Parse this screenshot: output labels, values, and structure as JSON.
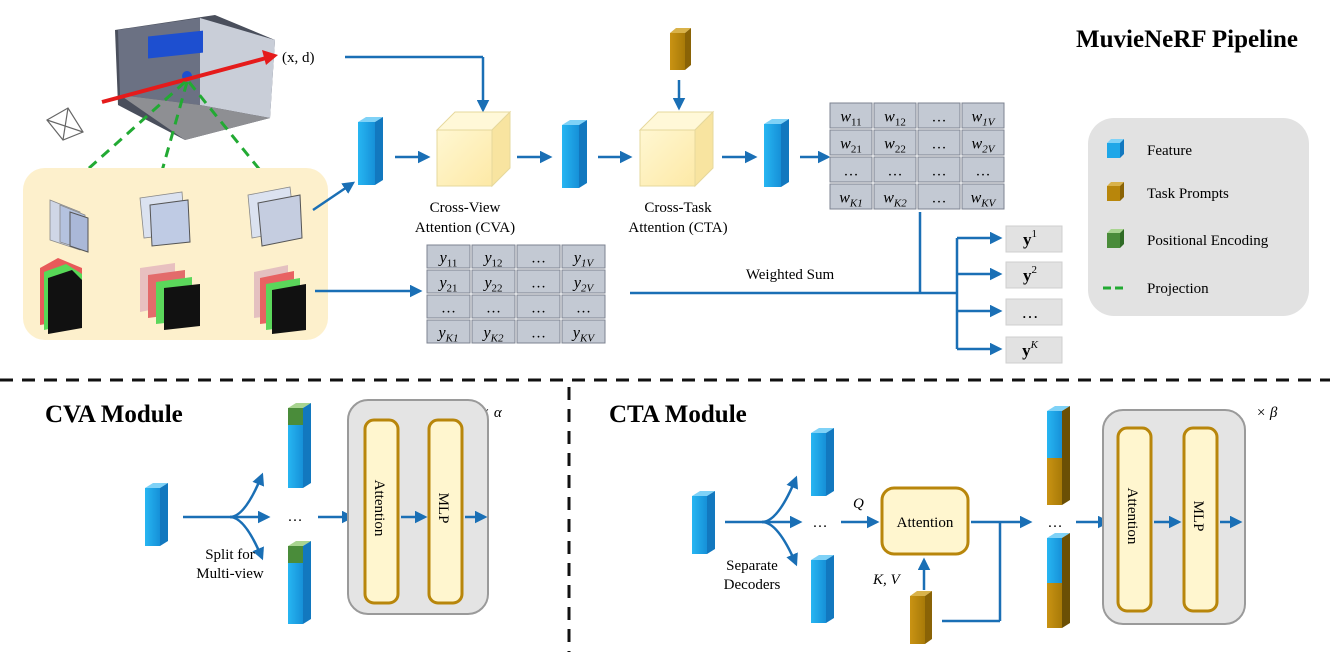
{
  "title": "MuvieNeRF Pipeline",
  "ray_label": "(x, d)",
  "cva": {
    "line1": "Cross-View",
    "line2": "Attention (CVA)"
  },
  "cta": {
    "line1": "Cross-Task",
    "line2": "Attention (CTA)"
  },
  "weighted_sum": "Weighted Sum",
  "outputs": [
    "y",
    "y",
    "…",
    "y"
  ],
  "output_sups": [
    "1",
    "2",
    "",
    "K"
  ],
  "legend": [
    {
      "label": "Feature",
      "color": "#1ea7e8"
    },
    {
      "label": "Task Prompts",
      "color": "#b8860b"
    },
    {
      "label": "Positional Encoding",
      "color": "#4a8c3a"
    },
    {
      "label": "Projection",
      "color": "#22aa33"
    }
  ],
  "w_matrix": [
    [
      "w11",
      "w12",
      "…",
      "w1V"
    ],
    [
      "w21",
      "w22",
      "…",
      "w2V"
    ],
    [
      "…",
      "…",
      "…",
      "…"
    ],
    [
      "wK1",
      "wK2",
      "…",
      "wKV"
    ]
  ],
  "y_matrix": [
    [
      "y11",
      "y12",
      "…",
      "y1V"
    ],
    [
      "y21",
      "y22",
      "…",
      "y2V"
    ],
    [
      "…",
      "…",
      "…",
      "…"
    ],
    [
      "yK1",
      "yK2",
      "…",
      "yKV"
    ]
  ],
  "cva_module": {
    "title": "CVA Module",
    "repeat": "× α",
    "split_line1": "Split for",
    "split_line2": "Multi-view",
    "ellipsis": "…",
    "attention": "Attention",
    "mlp": "MLP"
  },
  "cta_module": {
    "title": "CTA Module",
    "repeat": "× β",
    "sep_line1": "Separate",
    "sep_line2": "Decoders",
    "q_label": "Q",
    "kv_label": "K, V",
    "ellipsis": "…",
    "attention_box": "Attention",
    "attention": "Attention",
    "mlp": "MLP"
  }
}
